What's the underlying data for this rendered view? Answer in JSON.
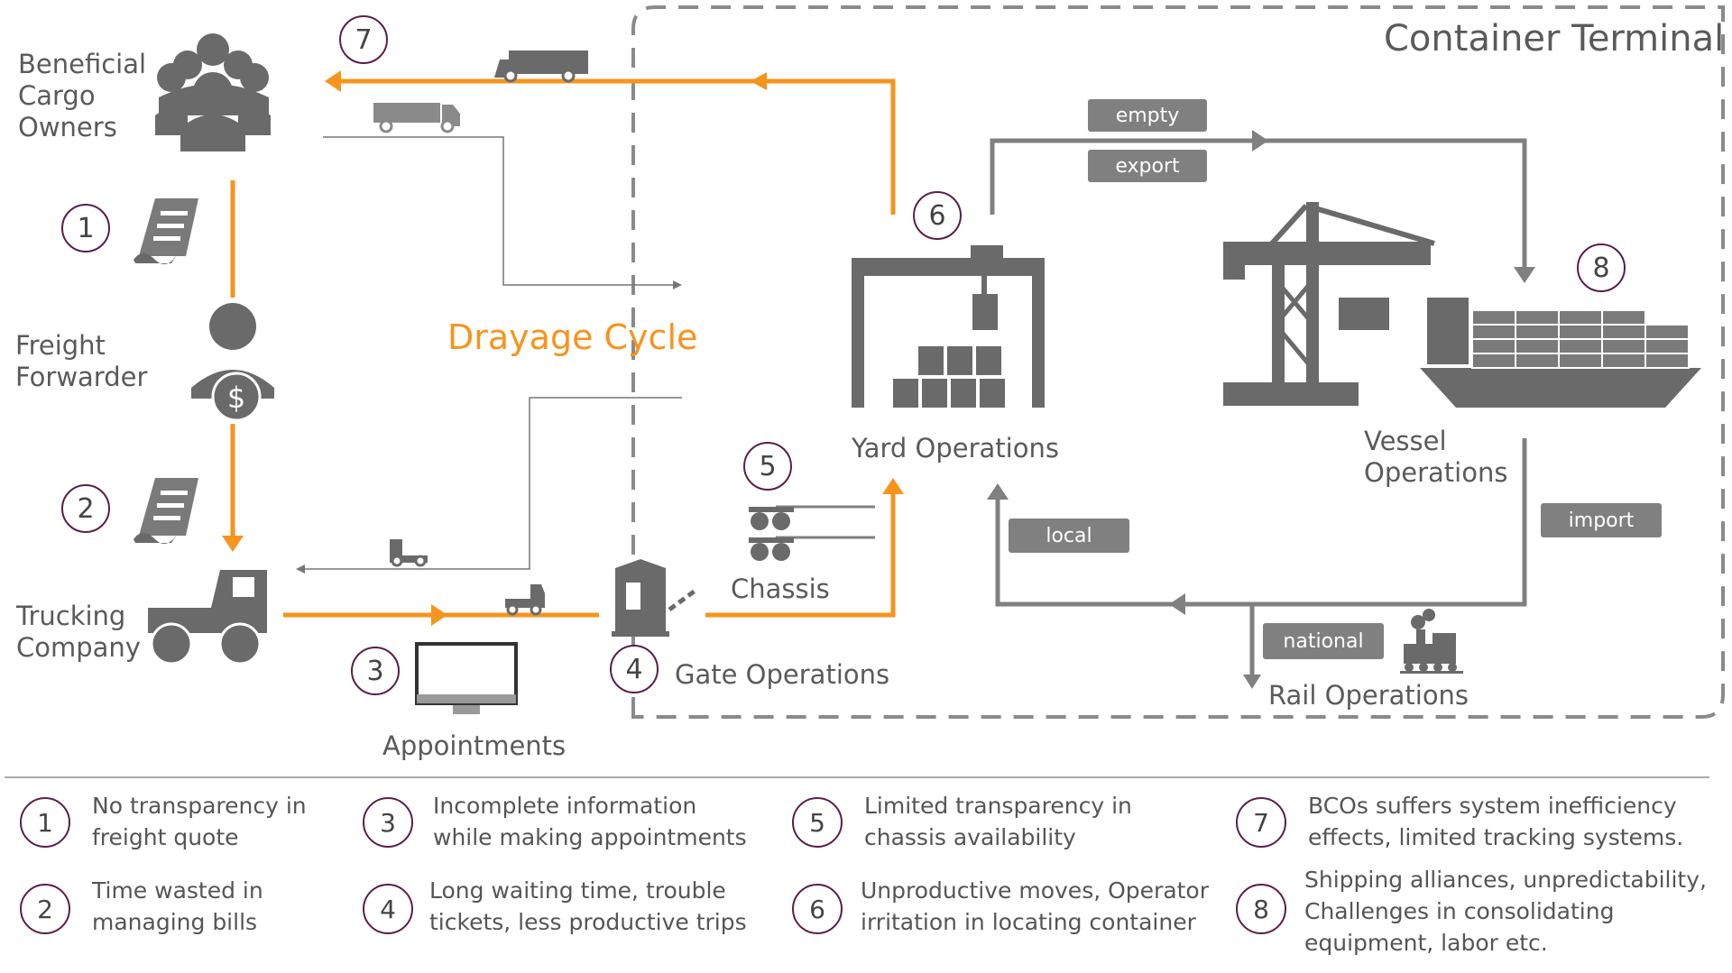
{
  "title": "Container Terminal",
  "cycle_label": "Drayage Cycle",
  "actors": {
    "bco": "Beneficial\nCargo\nOwners",
    "forwarder": "Freight\nForwarder",
    "trucking": "Trucking\nCompany",
    "appointments": "Appointments",
    "gate": "Gate Operations",
    "chassis": "Chassis",
    "yard": "Yard Operations",
    "vessel": "Vessel\nOperations",
    "rail": "Rail Operations"
  },
  "tags": {
    "empty": "empty",
    "export": "export",
    "local": "local",
    "import": "import",
    "national": "national"
  },
  "markers": [
    "1",
    "2",
    "3",
    "4",
    "5",
    "6",
    "7",
    "8"
  ],
  "legend": [
    {
      "n": "1",
      "text": "No transparency in\nfreight quote"
    },
    {
      "n": "2",
      "text": "Time wasted in\nmanaging bills"
    },
    {
      "n": "3",
      "text": "Incomplete information\nwhile making appointments"
    },
    {
      "n": "4",
      "text": "Long waiting time, trouble\ntickets, less productive trips"
    },
    {
      "n": "5",
      "text": "Limited transparency in\nchassis availability"
    },
    {
      "n": "6",
      "text": "Unproductive moves, Operator\nirritation in locating container"
    },
    {
      "n": "7",
      "text": "BCOs suffers system inefficiency\neffects, limited tracking systems."
    },
    {
      "n": "8",
      "text": "Shipping alliances, unpredictability,\nChallenges in consolidating\nequipment, labor etc."
    }
  ],
  "colors": {
    "orange": "#f7941d",
    "gray": "#808080",
    "dark": "#5a5a5a",
    "circle": "#5a1e48"
  }
}
